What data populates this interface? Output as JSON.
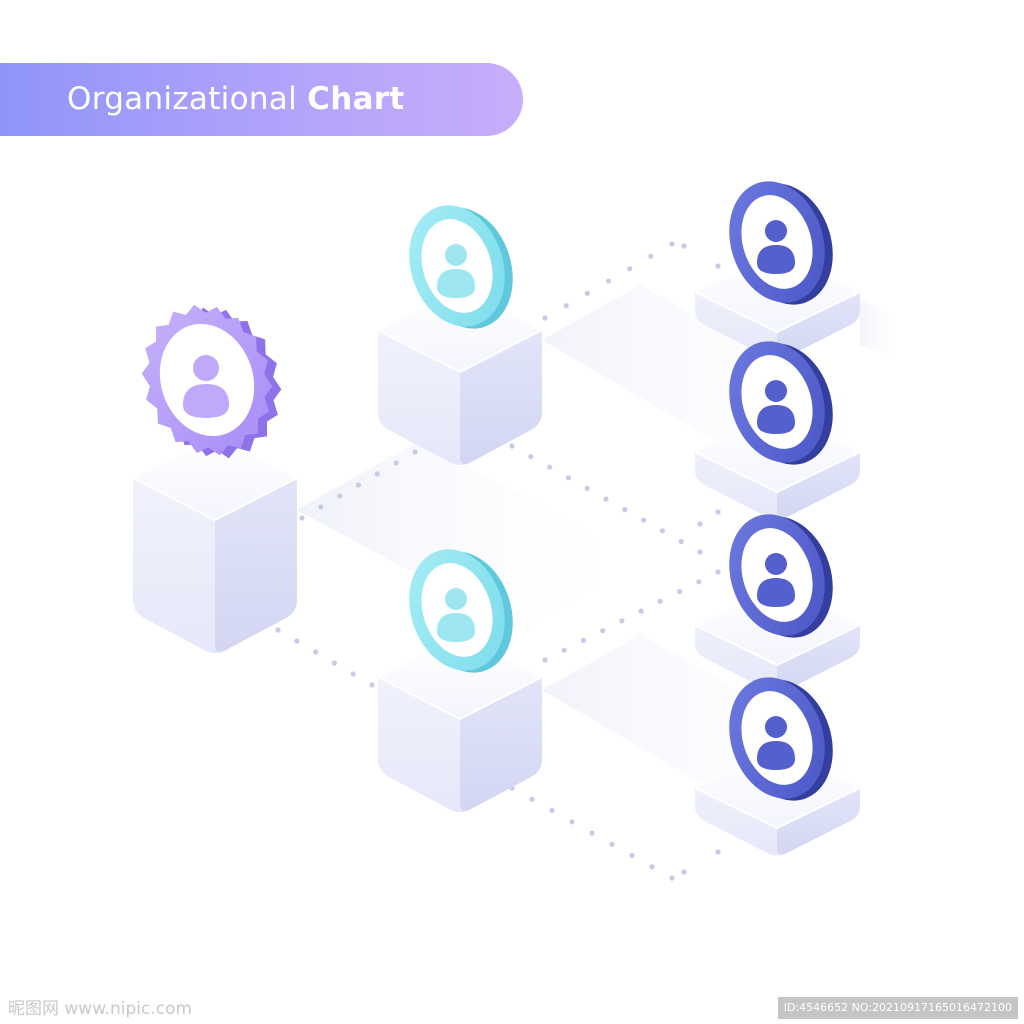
{
  "title": {
    "light": "Organizational",
    "bold": "Chart"
  },
  "diagram": {
    "nodes": [
      {
        "id": "leader",
        "level": 1,
        "icon": "person-icon",
        "badge": "starburst-badge",
        "color": "#a98cf7"
      },
      {
        "id": "manager-1",
        "level": 2,
        "icon": "person-icon",
        "badge": "circle-badge",
        "color": "#7fe0ee"
      },
      {
        "id": "manager-2",
        "level": 2,
        "icon": "person-icon",
        "badge": "circle-badge",
        "color": "#7fe0ee"
      },
      {
        "id": "member-1",
        "level": 3,
        "icon": "person-icon",
        "badge": "circle-badge",
        "color": "#4b57c7"
      },
      {
        "id": "member-2",
        "level": 3,
        "icon": "person-icon",
        "badge": "circle-badge",
        "color": "#4b57c7"
      },
      {
        "id": "member-3",
        "level": 3,
        "icon": "person-icon",
        "badge": "circle-badge",
        "color": "#4b57c7"
      },
      {
        "id": "member-4",
        "level": 3,
        "icon": "person-icon",
        "badge": "circle-badge",
        "color": "#4b57c7"
      }
    ],
    "edges": [
      {
        "from": "leader",
        "to": "manager-1",
        "style": "dotted"
      },
      {
        "from": "leader",
        "to": "manager-2",
        "style": "dotted"
      },
      {
        "from": "manager-1",
        "to": "member-1",
        "style": "dotted"
      },
      {
        "from": "manager-1",
        "to": "member-2",
        "style": "dotted"
      },
      {
        "from": "manager-2",
        "to": "member-3",
        "style": "dotted"
      },
      {
        "from": "manager-2",
        "to": "member-4",
        "style": "dotted"
      }
    ]
  },
  "watermark": {
    "left": "昵图网 www.nipic.com",
    "right": "ID:4546652 NO:20210917165016472100"
  },
  "colors": {
    "banner_start": "#8f95f8",
    "banner_end": "#c8adfb",
    "leader": "#a98cf7",
    "manager": "#7fe0ee",
    "member": "#4b57c7",
    "pedestal": "#eceefb",
    "connector": "#c7cbe6"
  }
}
